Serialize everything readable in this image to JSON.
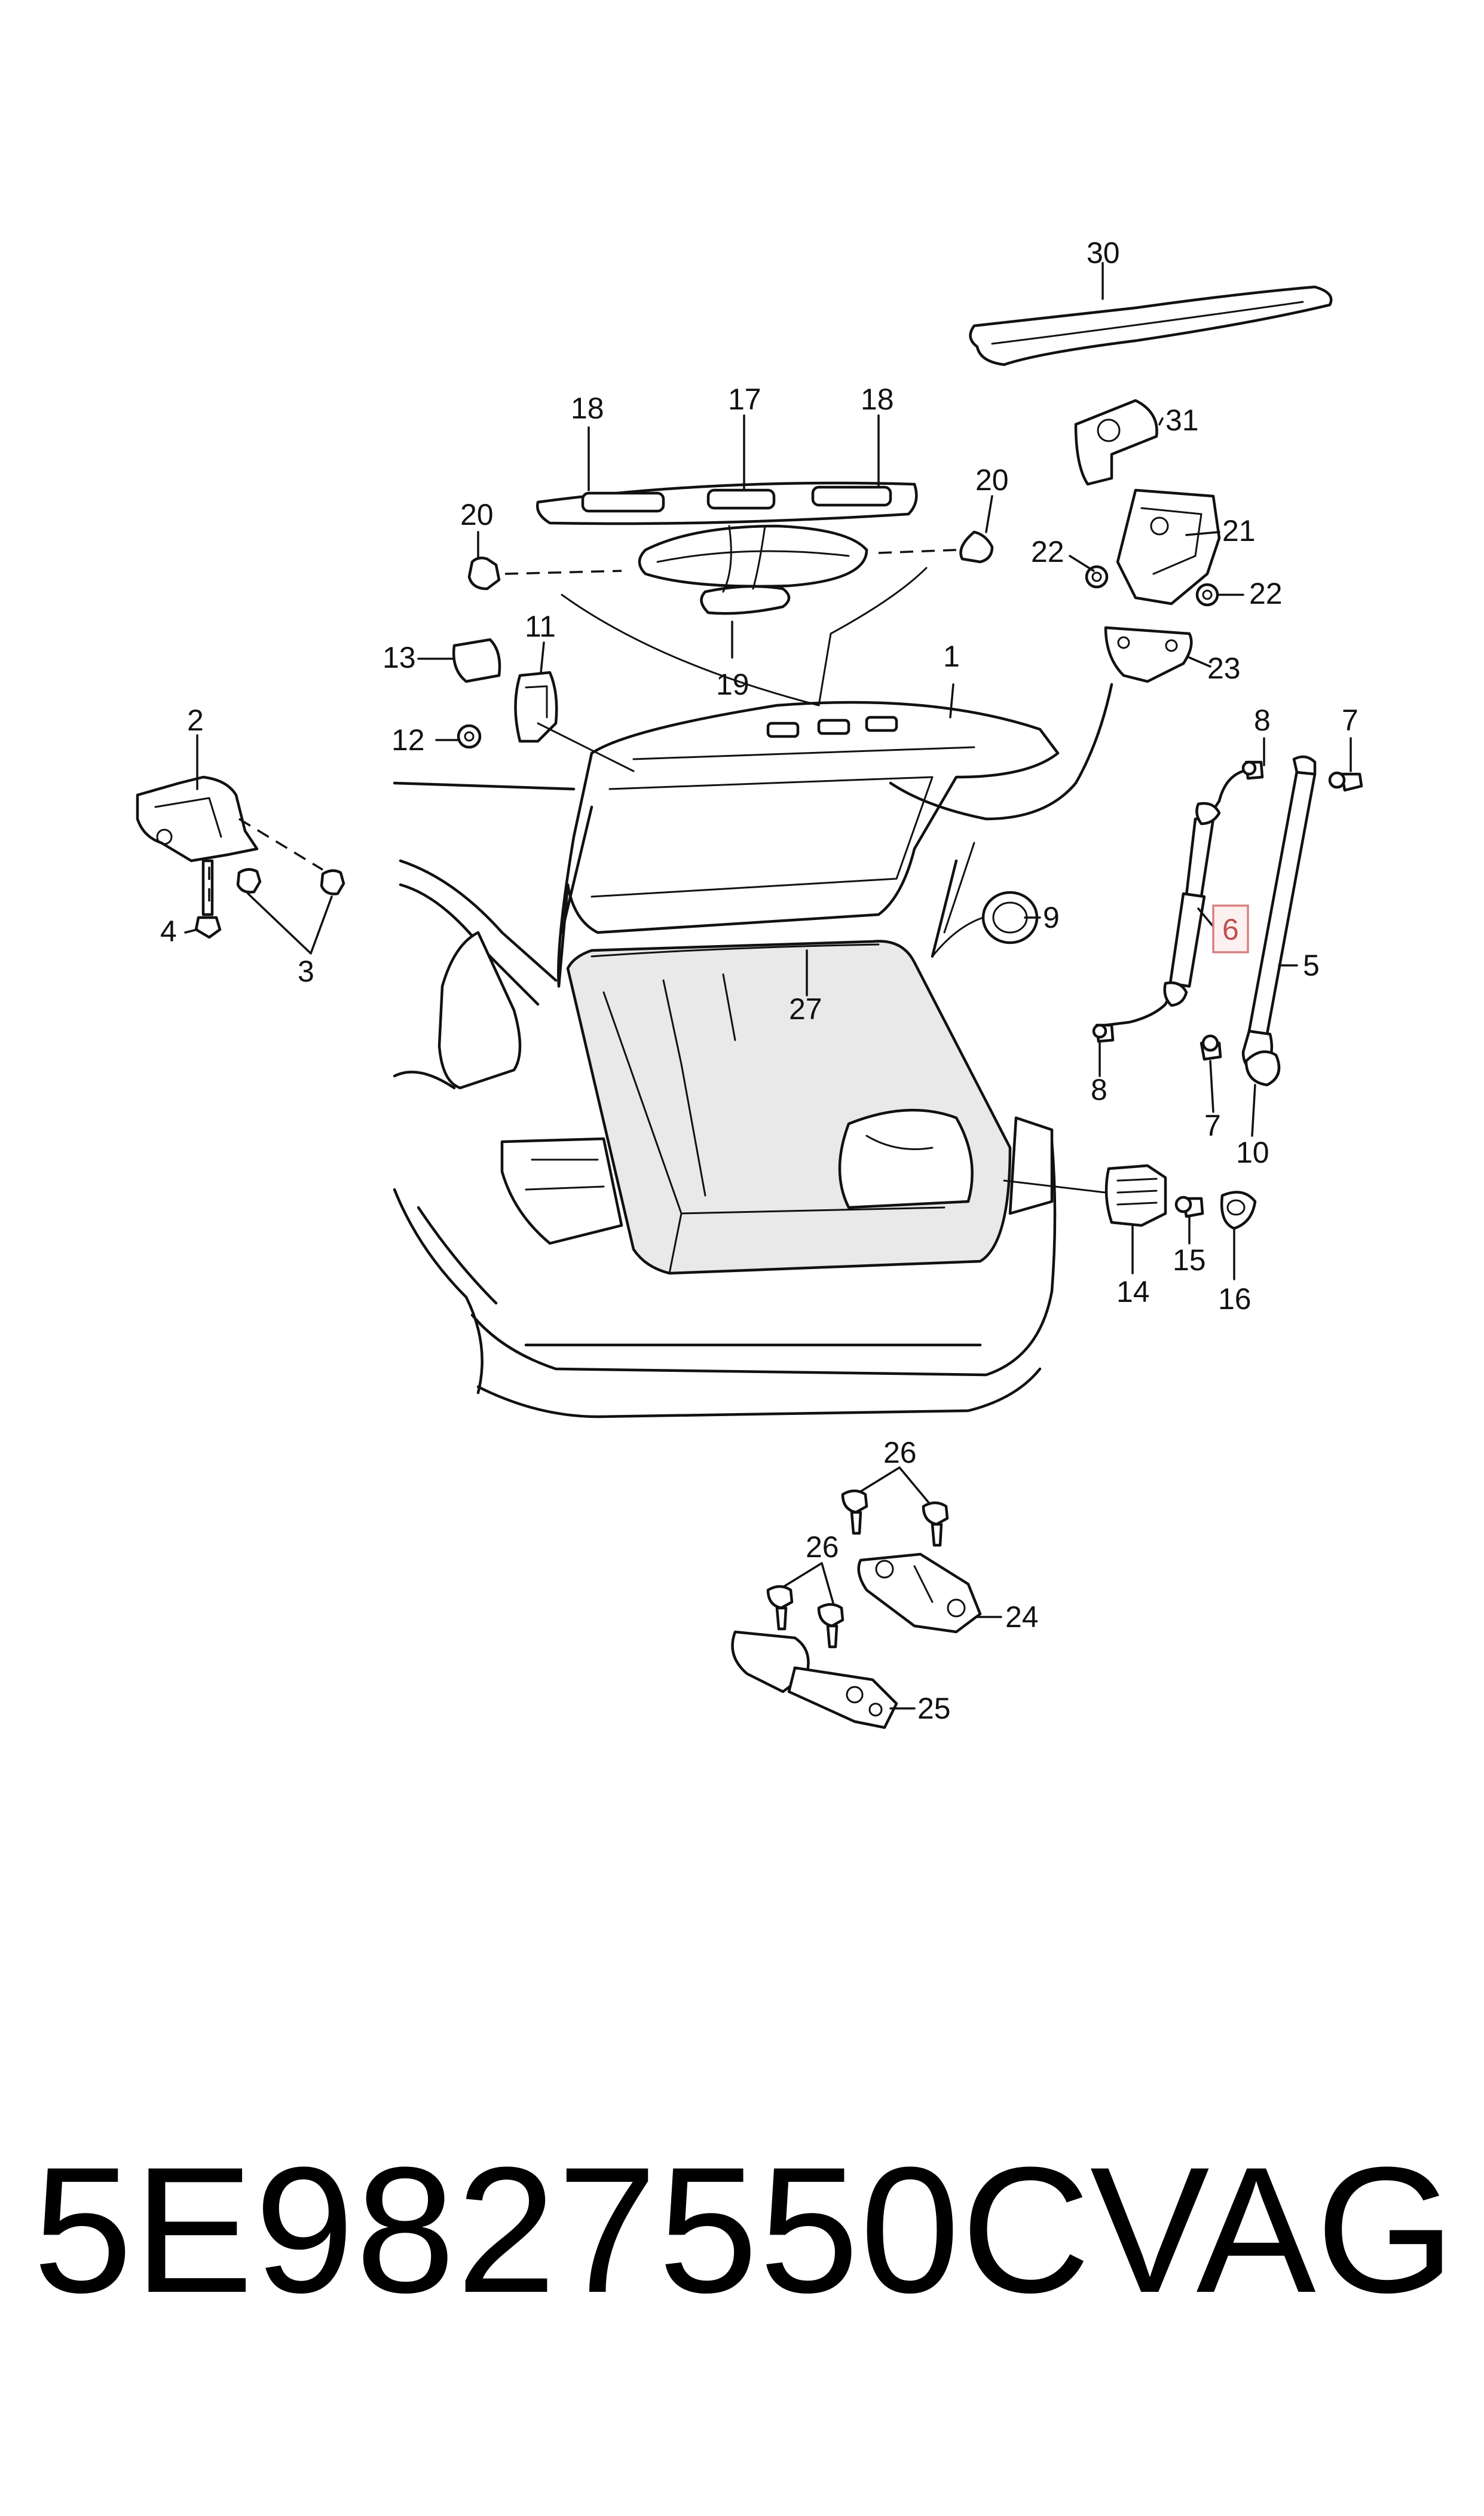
{
  "diagram": {
    "callouts": [
      "1",
      "2",
      "3",
      "4",
      "5",
      "6",
      "7",
      "8",
      "9",
      "10",
      "11",
      "12",
      "13",
      "14",
      "15",
      "16",
      "17",
      "18",
      "19",
      "20",
      "21",
      "22",
      "23",
      "24",
      "25",
      "26",
      "27",
      "30",
      "31"
    ],
    "highlighted_callout": "6",
    "highlight_color": "#d98080"
  },
  "footer": {
    "part_number": "5E9827550C",
    "manufacturer": "VAG"
  }
}
